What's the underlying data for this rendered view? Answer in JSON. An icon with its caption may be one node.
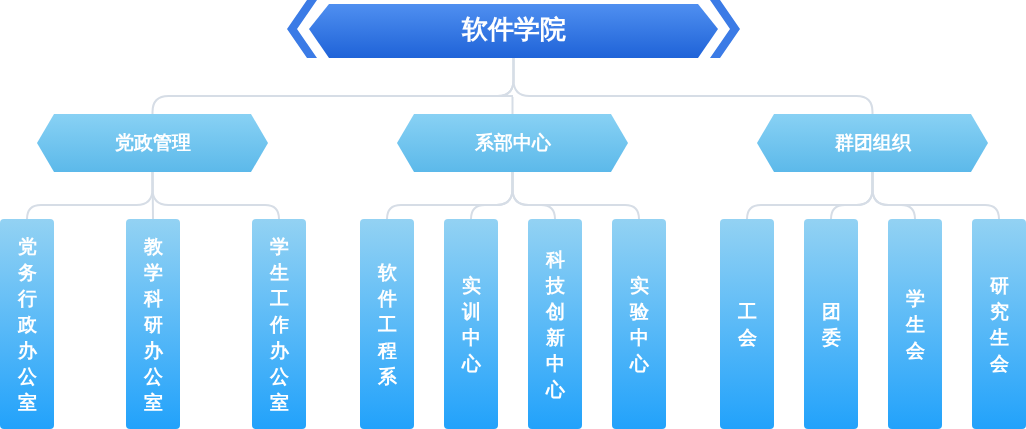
{
  "diagram": {
    "nodes": [
      {
        "text": [
          "软件学院"
        ]
      },
      {
        "text": [
          "党政管理"
        ]
      },
      {
        "text": [
          "系部中心"
        ]
      },
      {
        "text": [
          "群团组织"
        ]
      },
      {
        "text": [
          "党务行政办公室"
        ]
      },
      {
        "text": [
          "教学科研办公室"
        ]
      },
      {
        "text": [
          "学生工作办公室"
        ]
      },
      {
        "text": [
          "软件工程系"
        ]
      },
      {
        "text": [
          "实训中心"
        ]
      },
      {
        "text": [
          "科技创新中心"
        ]
      },
      {
        "text": [
          "实验中心"
        ]
      },
      {
        "text": [
          "工会"
        ]
      },
      {
        "text": [
          "团委"
        ]
      },
      {
        "text": [
          "学生会"
        ]
      },
      {
        "text": [
          "研究生会"
        ]
      }
    ],
    "edges": [
      {
        "from": 0,
        "to": 1,
        "arrow": "none"
      },
      {
        "from": 0,
        "to": 2,
        "arrow": "none"
      },
      {
        "from": 0,
        "to": 3,
        "arrow": "none"
      },
      {
        "from": 1,
        "to": 4,
        "arrow": "none"
      },
      {
        "from": 1,
        "to": 5,
        "arrow": "none"
      },
      {
        "from": 1,
        "to": 6,
        "arrow": "none"
      },
      {
        "from": 2,
        "to": 7,
        "arrow": "none"
      },
      {
        "from": 2,
        "to": 8,
        "arrow": "none"
      },
      {
        "from": 2,
        "to": 9,
        "arrow": "none"
      },
      {
        "from": 2,
        "to": 10,
        "arrow": "none"
      },
      {
        "from": 3,
        "to": 11,
        "arrow": "none"
      },
      {
        "from": 3,
        "to": 12,
        "arrow": "none"
      },
      {
        "from": 3,
        "to": 13,
        "arrow": "none"
      },
      {
        "from": 3,
        "to": 14,
        "arrow": "none"
      }
    ]
  }
}
